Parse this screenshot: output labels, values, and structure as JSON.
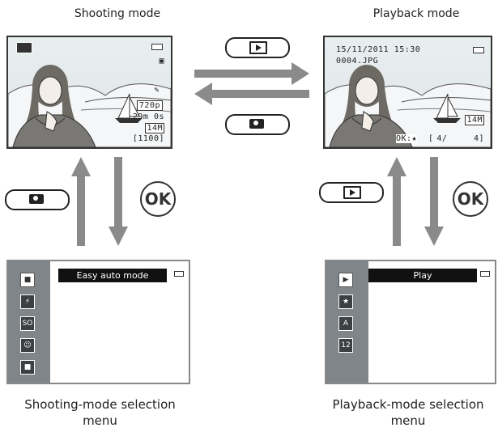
{
  "titles": {
    "shooting": "Shooting mode",
    "playback": "Playback mode"
  },
  "captions": {
    "shooting_menu_line1": "Shooting-mode selection",
    "shooting_menu_line2": "menu",
    "playback_menu_line1": "Playback-mode selection",
    "playback_menu_line2": "menu"
  },
  "shooting_screen": {
    "video_mode": "720p",
    "time_remaining": "29m 0s",
    "image_size": "14M",
    "exposures": "[1100]"
  },
  "playback_screen": {
    "datetime": "15/11/2011 15:30",
    "filename": "0004.JPG",
    "image_size": "14M",
    "ok_star": "OK:★",
    "frame_counter": "4/     4]",
    "bracket": "["
  },
  "shooting_menu": {
    "selected_label": "Easy auto mode",
    "icons": [
      "easy-auto-icon",
      "scene-icon",
      "special-effects-icon",
      "smart-portrait-icon",
      "auto-mode-icon"
    ],
    "icon_glyphs": [
      "■",
      "⚡",
      "SO",
      "☺",
      "■"
    ]
  },
  "playback_menu": {
    "selected_label": "Play",
    "icons": [
      "play-icon",
      "favorite-icon",
      "auto-sort-icon",
      "list-by-date-icon"
    ],
    "icon_glyphs": [
      "▶",
      "★",
      "A",
      "12"
    ]
  },
  "buttons": {
    "ok": "OK"
  }
}
